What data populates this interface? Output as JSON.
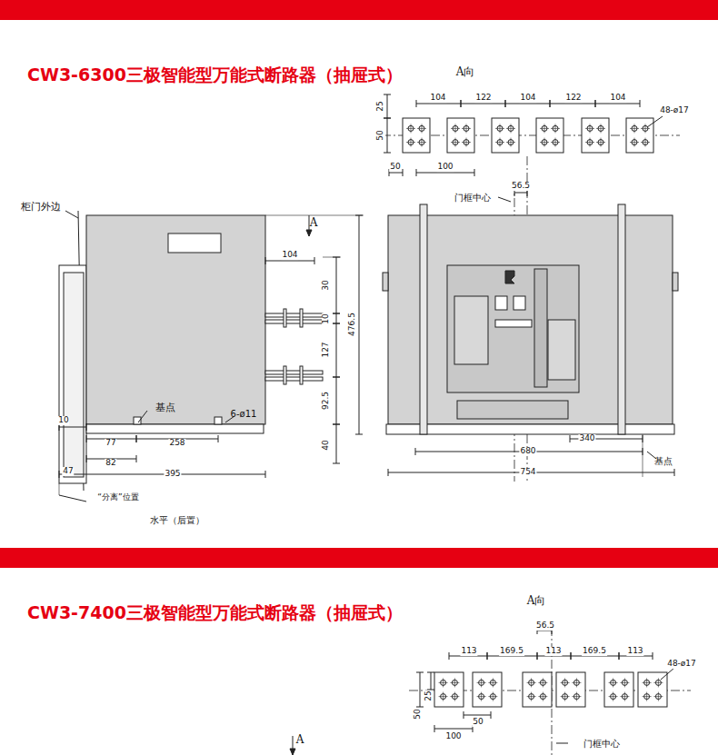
{
  "diagram": {
    "title": "CW3-6300三极智能型万能式断路器（抽屉式）",
    "labels": [
      "A向",
      "104",
      "122",
      "104",
      "122",
      "104",
      "25",
      "50",
      "50",
      "100",
      "48-ø17",
      "56.5",
      "门框中心",
      "柜门外边",
      "A",
      "104",
      "30",
      "10",
      "127",
      "476.5",
      "92.5",
      "40",
      "基点",
      "6-ø11",
      "10",
      "77",
      "258",
      "82",
      "47",
      "395",
      "“分离”位置",
      "水平（后置）",
      "340",
      "680",
      "基点",
      "754",
      "CW3-7400三极智能型万能式断路器（抽屉式）",
      "A向",
      "56.5",
      "113",
      "169.5",
      "113",
      "169.5",
      "113",
      "48-ø17",
      "50",
      "25",
      "100",
      "50",
      "门框中心",
      "A"
    ]
  }
}
